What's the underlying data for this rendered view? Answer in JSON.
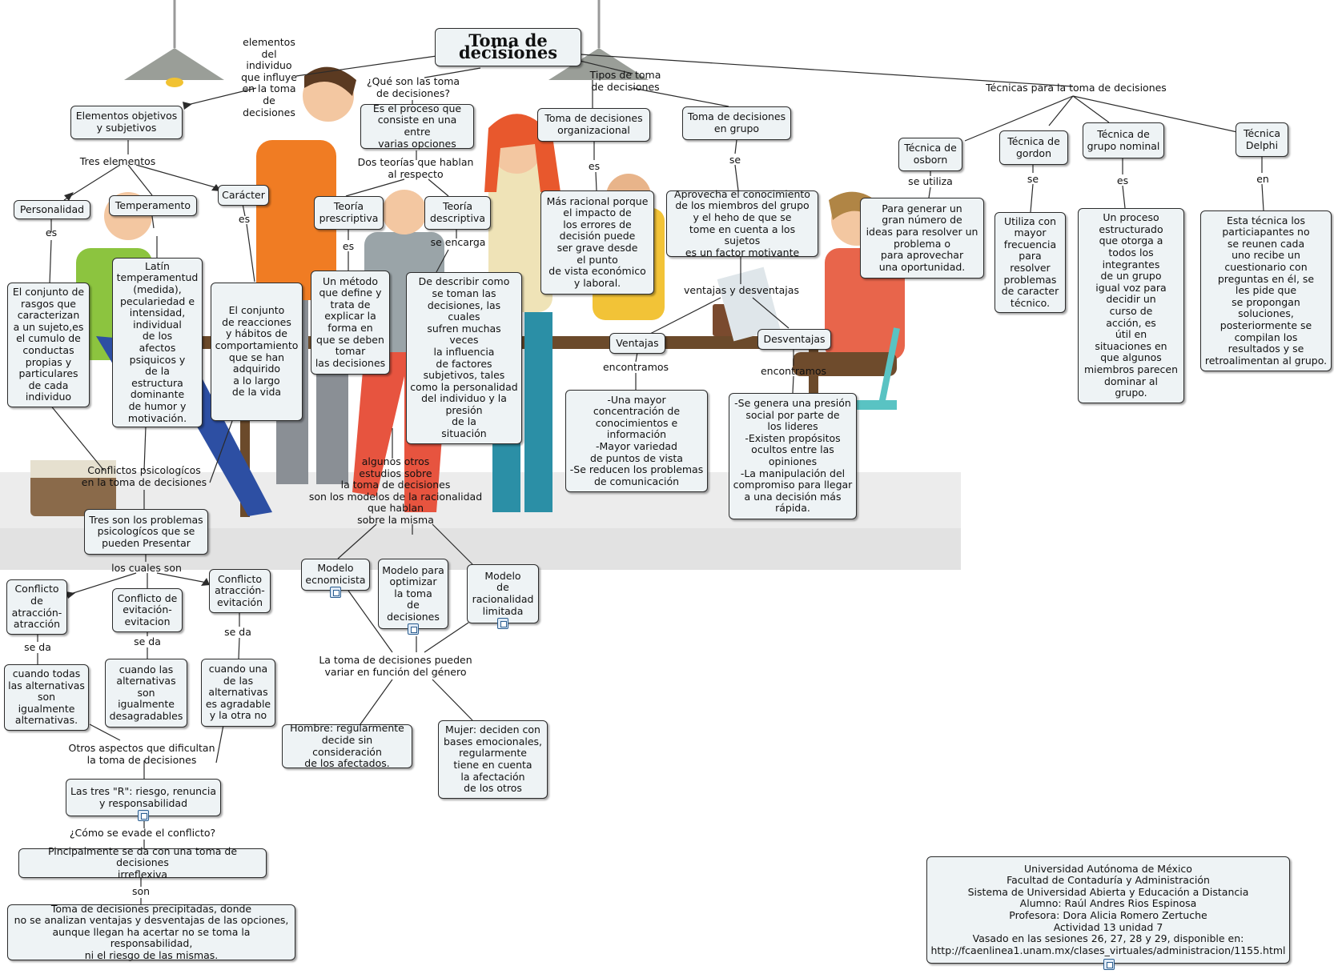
{
  "title": "Toma de decisiones",
  "colors": {
    "node_bg": "#eef3f5",
    "node_border": "#2b2b2b",
    "line": "#2b2b2b",
    "floor": "#ececec"
  },
  "nodes": {
    "elem_obj": "Elementos objetivos\ny subjetivos",
    "personalidad": "Personalidad",
    "temperamento": "Temperamento",
    "caracter": "Carácter",
    "personalidad_def": "El conjunto de\nrasgos que\ncaracterizan\na un sujeto,es\nel cumulo de\nconductas\npropias y\nparticulares\nde cada\nindividuo",
    "temperamento_def": "Latín\ntemperamentud\n(medida),\npeculariedad e\nintensidad,\nindividual\nde los\nafectos\npsiquicos y\nde la\nestructura\ndominante\nde humor y\nmotivación.",
    "caracter_def": "El conjunto\nde reacciones\ny hábitos de\ncomportamiento\nque se han\nadquirido\na lo largo\nde la vida",
    "que_son_def": "Es el proceso que\nconsiste en una entre\nvarias opciones",
    "teoria_pres": "Teoría\nprescriptiva",
    "teoria_desc": "Teoría\ndescriptiva",
    "teoria_pres_def": "Un método\nque define y\ntrata de\nexplicar la\nforma en\nque se deben\ntomar\nlas decisiones",
    "teoria_desc_def": "De describir como\nse toman las\ndecisiones, las\ncuales\nsufren muchas\nveces\nla influencia\nde factores\nsubjetivos, tales\ncomo la personalidad\ndel individuo y la\npresión\nde la\nsituación",
    "td_org": "Toma de decisiones\norganizacional",
    "td_grupo": "Toma de decisiones\nen grupo",
    "td_org_def": "Más racional porque\nel impacto de\nlos errores de\ndecisión puede\nser grave desde\nel punto\nde vista económico\ny laboral.",
    "td_grupo_def": "Aprovecha el conocimiento\nde los miembros del grupo\ny el heho de que se\ntome en cuenta a los sujetos\nes un factor motivante",
    "ventajas": "Ventajas",
    "desventajas": "Desventajas",
    "ventajas_def": "-Una mayor\nconcentración de\nconocimientos e\ninformación\n-Mayor variedad\nde puntos de vista\n-Se reducen los problemas\nde comunicación",
    "desventajas_def": "-Se genera una presión\nsocial por parte de\nlos lideres\n-Existen propósitos\nocultos entre las\nopiniones\n-La manipulación del\ncompromiso para llegar\na una decisión más\nrápida.",
    "osborn": "Técnica de\nosborn",
    "gordon": "Técnica de\ngordon",
    "nominal": "Técnica de\ngrupo nominal",
    "delphi": "Técnica\nDelphi",
    "osborn_def": "Para generar un\ngran número de\nideas para resolver un\nproblema o\npara aprovechar\nuna oportunidad.",
    "gordon_def": "Utiliza con\nmayor\nfrecuencia\npara\nresolver\nproblemas\nde caracter\ntécnico.",
    "nominal_def": "Un proceso\nestructurado\nque otorga a\ntodos los\nintegrantes\nde un grupo\nigual voz para\ndecidir un\ncurso de\nacción, es\nútil en\nsituaciones en\nque algunos\nmiembros parecen\ndominar al\ngrupo.",
    "delphi_def": "Esta técnica los\nparticiapantes no\nse reunen cada\nuno recibe un\ncuestionario con\npreguntas en él, se\nles pide que\nse propongan\nsoluciones,\nposteriormente se\ncompilan los\nresultados y se\nretroalimentan al grupo.",
    "tres_problemas": "Tres son los problemas\npsicologícos que se\npueden Presentar",
    "conf_aa": "Conflicto\nde\natracción-\natracción",
    "conf_ee": "Conflicto de\nevitación-\nevitacion",
    "conf_ae": "Conflicto\natracción-\nevitación",
    "conf_aa_def": "cuando todas\nlas alternativas\nson\nigualmente\nalternativas.",
    "conf_ee_def": "cuando las\nalternativas\nson\nigualmente\ndesagradables",
    "conf_ae_def": "cuando una\nde las\nalternativas\nes agradable\ny la otra no",
    "mod_econ": "Modelo\necnomicista",
    "mod_opt": "Modelo para\noptimizar\nla toma\nde\ndecisiones",
    "mod_rac": "Modelo\nde\nracionalidad\nlimitada",
    "hombre": "Hombre: regularmente\ndecide sin consideración\nde los afectados.",
    "mujer": "Mujer: deciden con\nbases emocionales,\nregularmente\ntiene en cuenta\nla afectación\nde los otros",
    "tres_r": "Las tres \"R\": riesgo, renuncia\ny responsabilidad",
    "irreflexiva": "Pincipalmente se da con una toma de decisiones\nirreflexiva",
    "precipitadas": "Toma de decisiones precipitadas, donde\nno se analizan ventajas y desventajas de las opciones,\naunque llegan ha acertar no se toma la responsabilidad,\nni el riesgo de las mismas.",
    "credits": "Universidad Autónoma de México\nFacultad de Contaduría y Administración\nSistema de Universidad Abierta y Educación a Distancia\nAlumno: Raúl Andres Rios Espinosa\nProfesora: Dora Alicia Romero Zertuche\nActividad 13 unidad 7\nVasado en las sesiones 26, 27, 28 y 29, disponible en:\nhttp://fcaenlinea1.unam.mx/clases_virtuales/administracion/1155.html"
  },
  "labels": {
    "elementos_individuo": "elementos\ndel\nindividuo\nque influye\nen la toma\nde\ndecisiones",
    "que_son": "¿Qué son las toma\nde decisiones?",
    "tipos": "Tipos de toma\nde decisiones",
    "tecnicas": "Técnicas para la toma de decisiones",
    "tres_elementos": "Tres elementos",
    "dos_teorias": "Dos teorías que hablan\nal respecto",
    "es_personalidad": "es",
    "es_caracter": "es",
    "es_prescriptiva": "es",
    "se_encarga": "se encarga",
    "es_org": "es",
    "se_grupo": "se",
    "se_utiliza": "se utiliza",
    "se_gordon": "se",
    "es_nominal": "es",
    "en_delphi": "en",
    "ventajas_desventajas": "ventajas y desventajas",
    "encontramos_v": "encontramos",
    "encontramos_d": "encontramos",
    "conflictos": "Conflictos psicologícos\nen la toma de decisiones",
    "algunos_otros": "algunos otros\nestudios sobre\nla toma de decisiones\nson los modelos de la racionalidad\nque hablan\nsobre la misma",
    "los_cuales": "los cuales son",
    "se_da_aa": "se da",
    "se_da_ee": "se da",
    "se_da_ae": "se da",
    "genero": "La toma de decisiones pueden\nvariar en función del género",
    "otros_aspectos": "Otros aspectos que dificultan\nla toma de decisiones",
    "como_evade": "¿Cómo se evade el conflicto?",
    "son": "son"
  }
}
